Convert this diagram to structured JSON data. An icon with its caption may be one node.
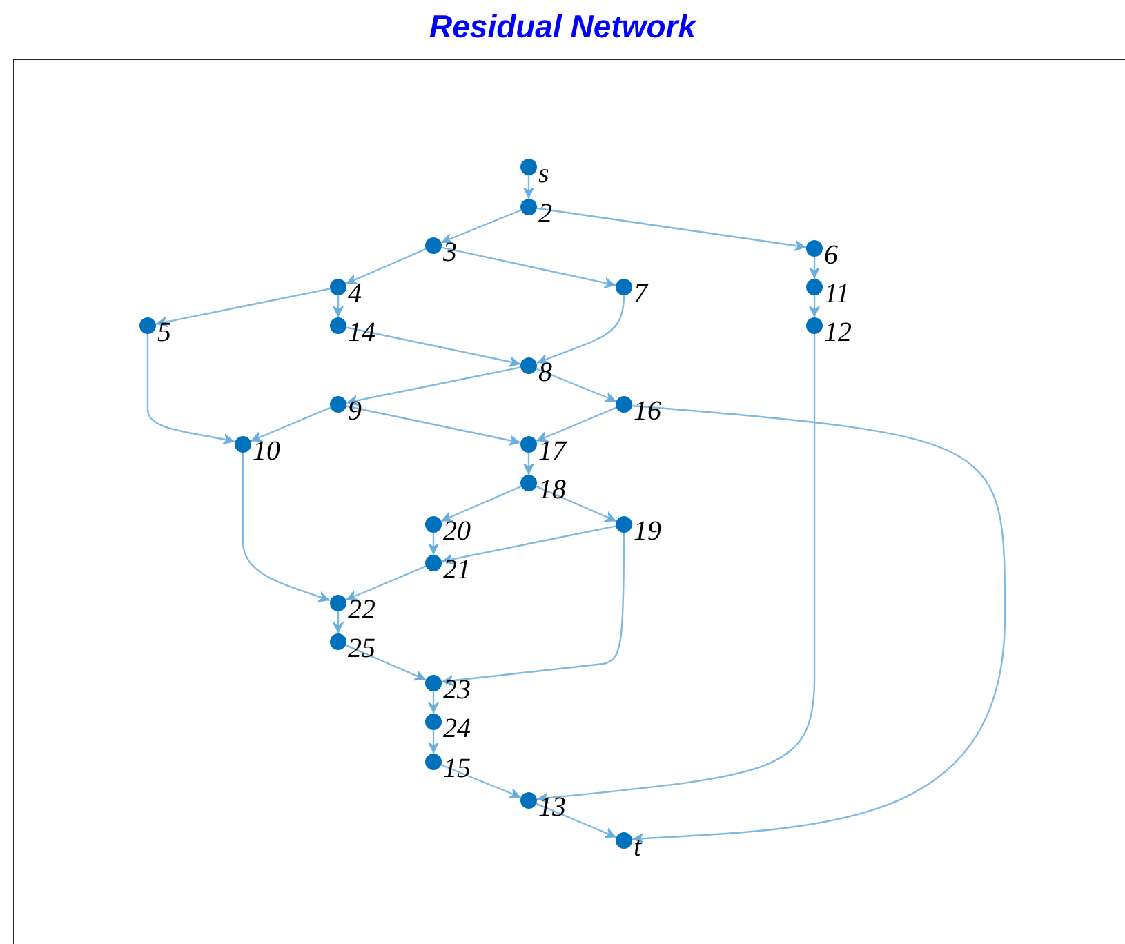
{
  "diagram": {
    "title": "Residual Network",
    "nodes": [
      {
        "text": [
          "s"
        ]
      },
      {
        "text": [
          "2"
        ]
      },
      {
        "text": [
          "3"
        ]
      },
      {
        "text": [
          "4"
        ]
      },
      {
        "text": [
          "5"
        ]
      },
      {
        "text": [
          "6"
        ]
      },
      {
        "text": [
          "7"
        ]
      },
      {
        "text": [
          "8"
        ]
      },
      {
        "text": [
          "9"
        ]
      },
      {
        "text": [
          "10"
        ]
      },
      {
        "text": [
          "11"
        ]
      },
      {
        "text": [
          "12"
        ]
      },
      {
        "text": [
          "13"
        ]
      },
      {
        "text": [
          "14"
        ]
      },
      {
        "text": [
          "15"
        ]
      },
      {
        "text": [
          "16"
        ]
      },
      {
        "text": [
          "17"
        ]
      },
      {
        "text": [
          "18"
        ]
      },
      {
        "text": [
          "19"
        ]
      },
      {
        "text": [
          "20"
        ]
      },
      {
        "text": [
          "21"
        ]
      },
      {
        "text": [
          "22"
        ]
      },
      {
        "text": [
          "23"
        ]
      },
      {
        "text": [
          "24"
        ]
      },
      {
        "text": [
          "25"
        ]
      },
      {
        "text": [
          "t"
        ]
      }
    ],
    "edges": [
      {
        "from": 0,
        "to": 1,
        "arrow": "to"
      },
      {
        "from": 1,
        "to": 2,
        "arrow": "to"
      },
      {
        "from": 1,
        "to": 5,
        "arrow": "to"
      },
      {
        "from": 2,
        "to": 3,
        "arrow": "to"
      },
      {
        "from": 2,
        "to": 6,
        "arrow": "to"
      },
      {
        "from": 3,
        "to": 4,
        "arrow": "to"
      },
      {
        "from": 3,
        "to": 13,
        "arrow": "to"
      },
      {
        "from": 4,
        "to": 9,
        "arrow": "to"
      },
      {
        "from": 5,
        "to": 10,
        "arrow": "to"
      },
      {
        "from": 6,
        "to": 7,
        "arrow": "to"
      },
      {
        "from": 7,
        "to": 8,
        "arrow": "to"
      },
      {
        "from": 7,
        "to": 15,
        "arrow": "to"
      },
      {
        "from": 8,
        "to": 9,
        "arrow": "to"
      },
      {
        "from": 8,
        "to": 16,
        "arrow": "to"
      },
      {
        "from": 9,
        "to": 21,
        "arrow": "to"
      },
      {
        "from": 10,
        "to": 11,
        "arrow": "to"
      },
      {
        "from": 11,
        "to": 12,
        "arrow": "to"
      },
      {
        "from": 12,
        "to": 25,
        "arrow": "to"
      },
      {
        "from": 13,
        "to": 7,
        "arrow": "to"
      },
      {
        "from": 14,
        "to": 12,
        "arrow": "to"
      },
      {
        "from": 15,
        "to": 16,
        "arrow": "to"
      },
      {
        "from": 15,
        "to": 25,
        "arrow": "to"
      },
      {
        "from": 16,
        "to": 17,
        "arrow": "to"
      },
      {
        "from": 17,
        "to": 19,
        "arrow": "to"
      },
      {
        "from": 17,
        "to": 18,
        "arrow": "to"
      },
      {
        "from": 18,
        "to": 20,
        "arrow": "to"
      },
      {
        "from": 18,
        "to": 22,
        "arrow": "to"
      },
      {
        "from": 19,
        "to": 20,
        "arrow": "to"
      },
      {
        "from": 20,
        "to": 21,
        "arrow": "to"
      },
      {
        "from": 21,
        "to": 24,
        "arrow": "to"
      },
      {
        "from": 22,
        "to": 23,
        "arrow": "to"
      },
      {
        "from": 23,
        "to": 14,
        "arrow": "to"
      },
      {
        "from": 24,
        "to": 22,
        "arrow": "to"
      }
    ]
  }
}
